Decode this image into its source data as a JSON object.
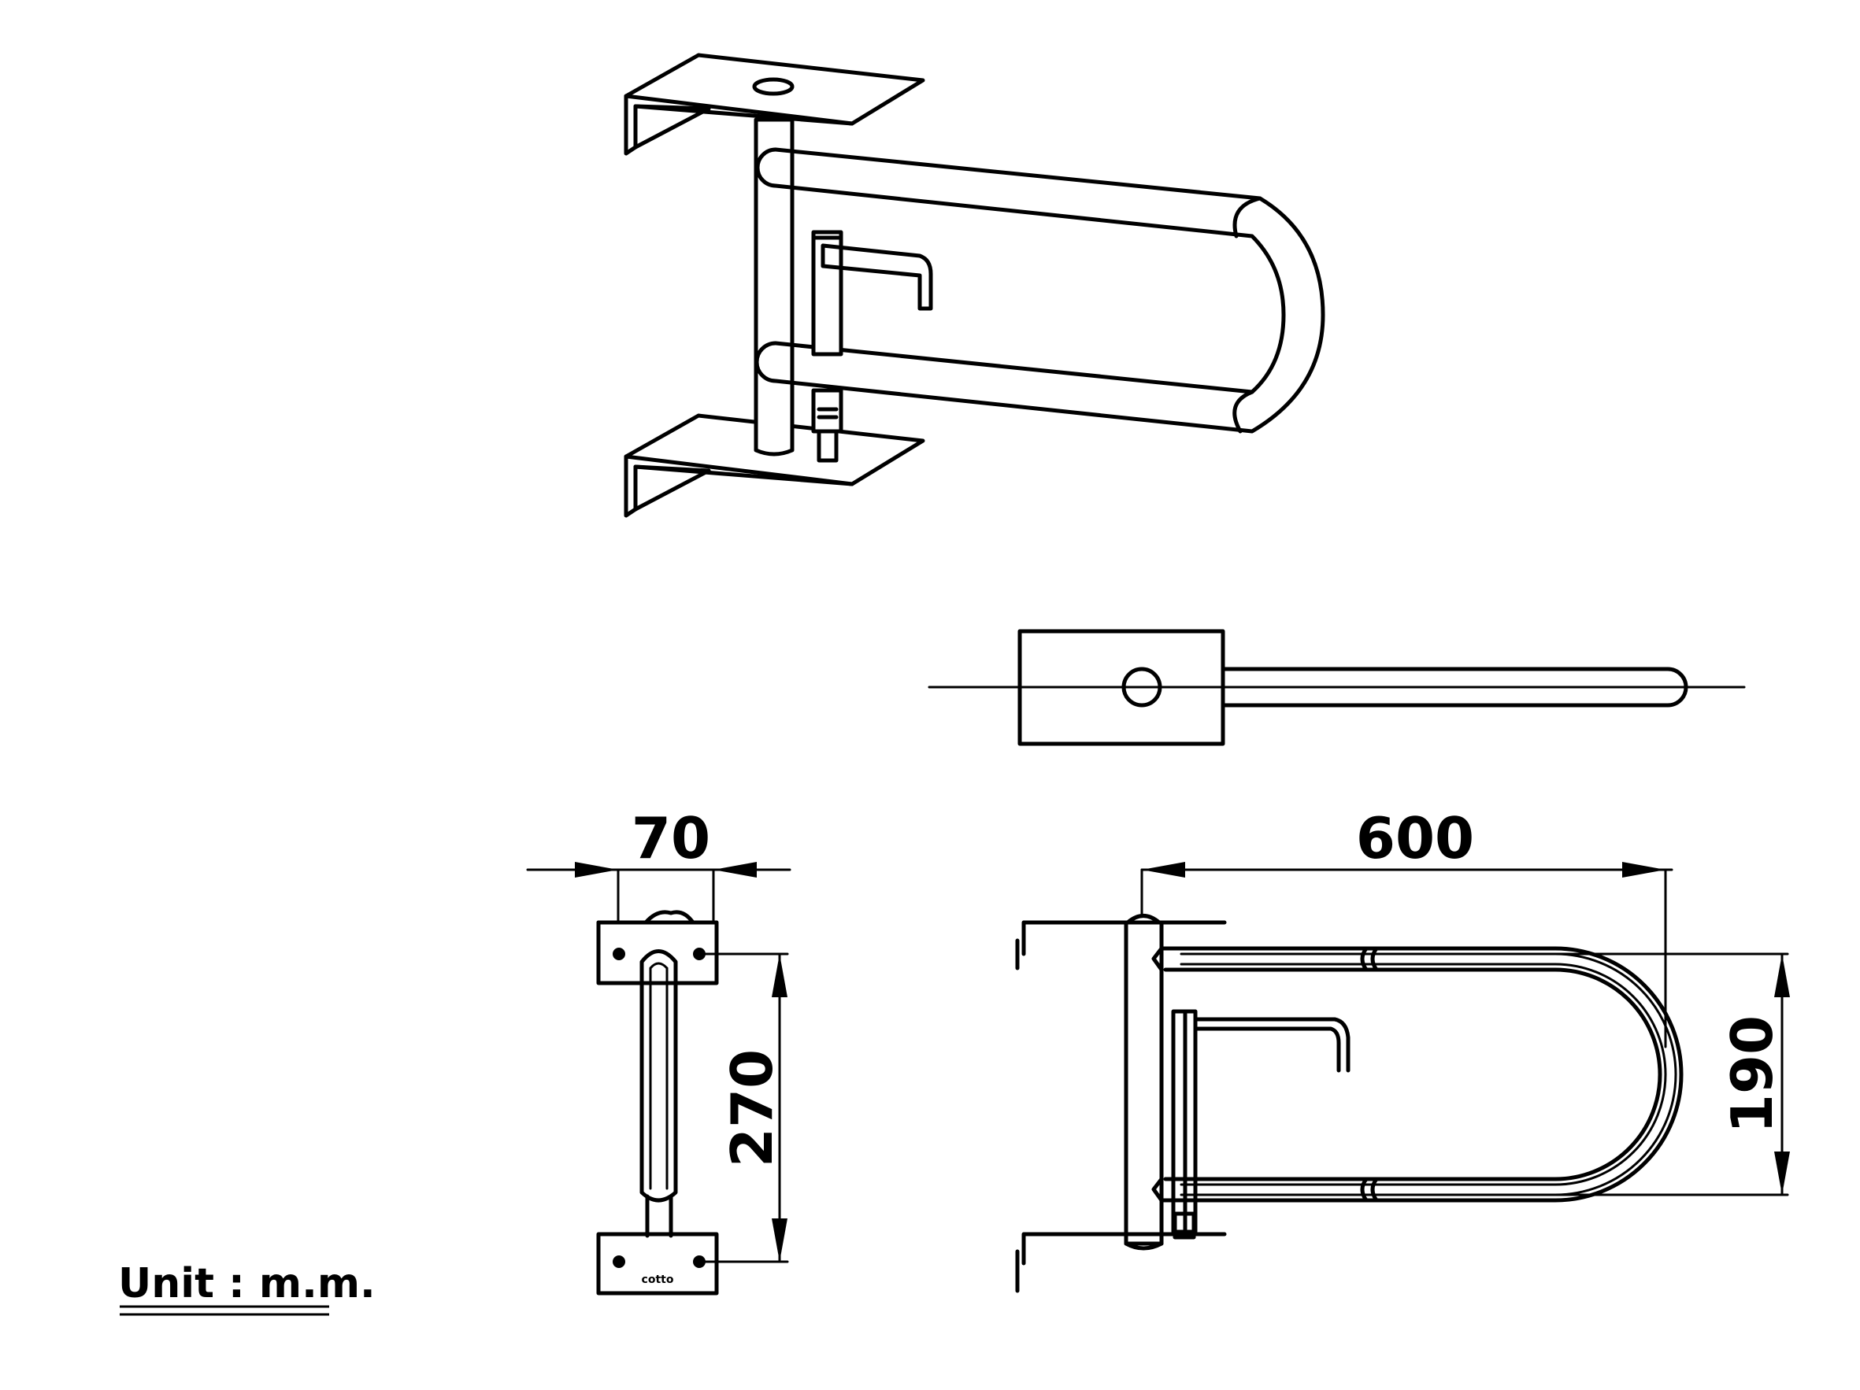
{
  "dimensions": {
    "width_70": "70",
    "length_600": "600",
    "height_270": "270",
    "depth_190": "190"
  },
  "unit_label": "Unit : m.m.",
  "brand_mark": "cotto",
  "colors": {
    "line": "#000000",
    "background": "#ffffff"
  }
}
